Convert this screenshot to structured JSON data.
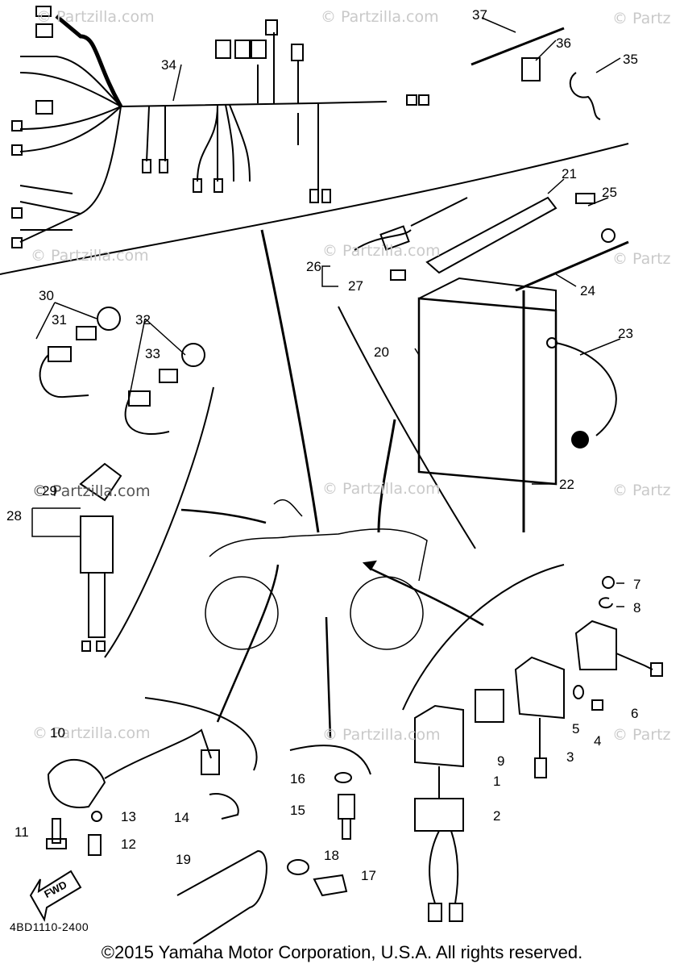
{
  "watermarks": [
    {
      "text": "© Partzilla.com"
    },
    {
      "text": "© Partzilla.com"
    },
    {
      "text": "© Partz"
    },
    {
      "text": "© Partzilla.com"
    },
    {
      "text": "© Partzilla.com"
    },
    {
      "text": "© Partz"
    },
    {
      "text": "© Partzilla.com"
    },
    {
      "text": "© Partzilla.com"
    },
    {
      "text": "© Partz"
    },
    {
      "text": "© Partzilla.com"
    },
    {
      "text": "© Partzilla.com"
    },
    {
      "text": "© Partz"
    }
  ],
  "callouts": [
    "1",
    "2",
    "3",
    "4",
    "5",
    "6",
    "7",
    "8",
    "9",
    "10",
    "11",
    "12",
    "13",
    "14",
    "15",
    "16",
    "17",
    "18",
    "19",
    "20",
    "21",
    "22",
    "23",
    "24",
    "25",
    "26",
    "27",
    "28",
    "29",
    "30",
    "31",
    "32",
    "33",
    "34",
    "35",
    "36",
    "37"
  ],
  "fwd_label": "FWD",
  "drawing_code": "4BD1110-2400",
  "copyright": "©2015 Yamaha Motor Corporation, U.S.A. All rights reserved."
}
